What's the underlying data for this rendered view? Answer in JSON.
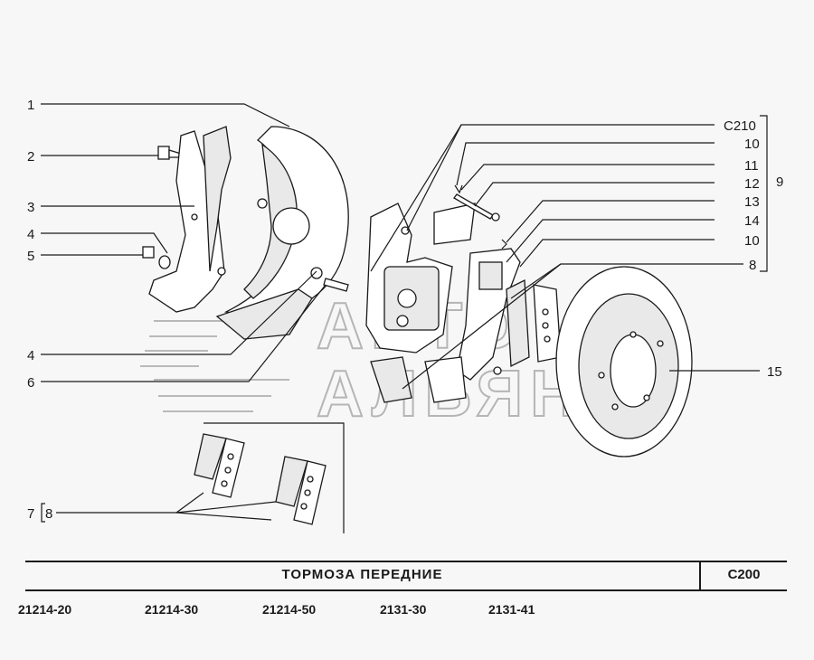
{
  "callouts": {
    "c1": "1",
    "c2": "2",
    "c3": "3",
    "c4a": "4",
    "c5": "5",
    "c4b": "4",
    "c6": "6",
    "c7": "7",
    "c8a": "8",
    "c_ref": "C210",
    "c10a": "10",
    "c11": "11",
    "c12": "12",
    "c13": "13",
    "c14": "14",
    "c10b": "10",
    "c8b": "8",
    "c9": "9",
    "c15": "15"
  },
  "watermark": {
    "line1": "АВТО",
    "line2": "АЛЬЯНС"
  },
  "footer": {
    "title": "ТОРМОЗА   ПЕРЕДНИЕ",
    "code": "C200",
    "models": [
      "21214-20",
      "21214-30",
      "21214-50",
      "2131-30",
      "2131-41"
    ]
  }
}
